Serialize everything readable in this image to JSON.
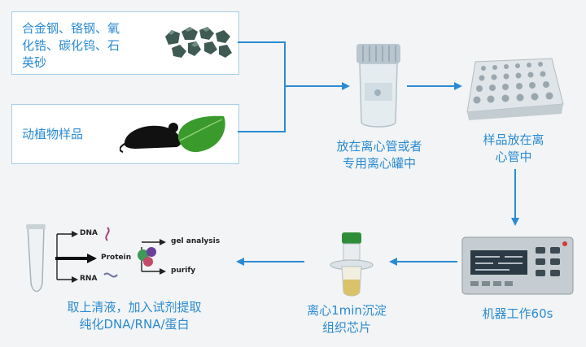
{
  "inputs": {
    "materials_lines": [
      "合金钢、铬钢、氧",
      "化锆、碳化钨、石",
      "英砂"
    ],
    "samples_label": "动植物样品"
  },
  "steps": [
    {
      "lines": [
        "放在离心管或者",
        "专用离心罐中"
      ]
    },
    {
      "lines": [
        "样品放在离",
        "心管中"
      ]
    },
    {
      "lines": [
        "机器工作60s"
      ]
    },
    {
      "lines": [
        "离心1min沉淀",
        "组织芯片"
      ]
    },
    {
      "lines": [
        "取上清液，加入试剂提取",
        "纯化DNA/RNA/蛋白"
      ]
    }
  ],
  "extraction_figure": {
    "dna": "DNA",
    "protein": "Protein",
    "rna": "RNA",
    "gel": "gel analysis",
    "purify": "purify"
  },
  "colors": {
    "arrow": "#2a8bd2",
    "text": "#2a8bd2",
    "box_border": "#a9cfe6"
  }
}
